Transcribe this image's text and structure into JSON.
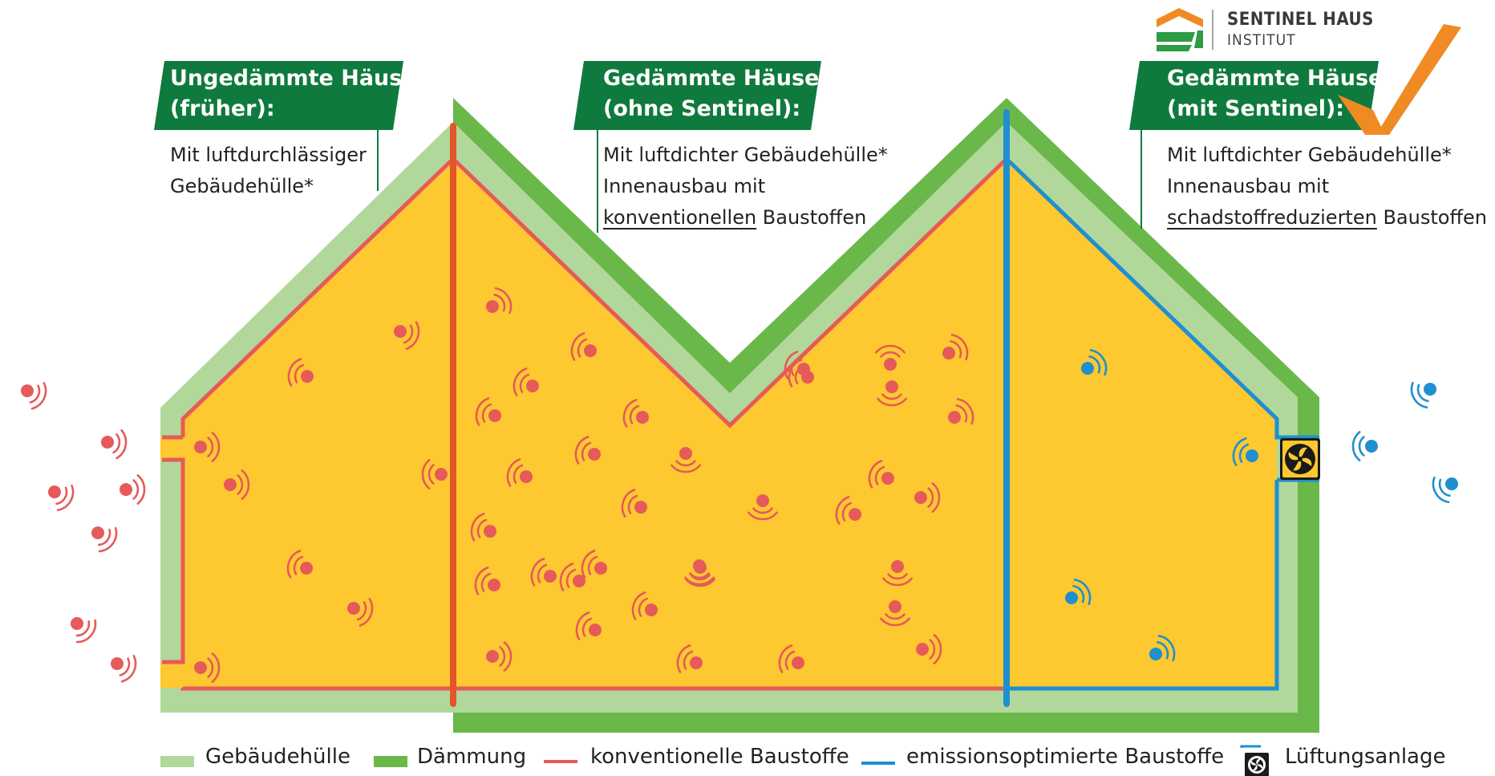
{
  "logo": {
    "line1": "SENTINEL HAUS",
    "line2": "INSTITUT"
  },
  "panels": [
    {
      "heading1": "Ungedämmte Häuser",
      "heading2": "(früher):",
      "desc": [
        "Mit luftdurchlässiger",
        "Gebäudehülle*"
      ]
    },
    {
      "heading1": "Gedämmte Häuser",
      "heading2": "(ohne Sentinel):",
      "desc": [
        "Mit luftdichter Gebäudehülle*",
        "Innenausbau mit"
      ],
      "desc3_underlined": "konventionellen",
      "desc3_rest": " Baustoffen"
    },
    {
      "heading1": "Gedämmte Häuser",
      "heading2": "(mit Sentinel):",
      "desc": [
        "Mit luftdichter Gebäudehülle*",
        "Innenausbau mit"
      ],
      "desc3_underlined": "schadstoffreduzierten",
      "desc3_rest": " Baustoffen"
    }
  ],
  "legend": [
    {
      "label": "Gebäudehülle",
      "color": "#b1d89a"
    },
    {
      "label": "Dämmung",
      "color": "#6ab84a"
    },
    {
      "label": "konventionelle Baustoffe",
      "color": "#e65a5a"
    },
    {
      "label": "emissionsoptimierte Baustoffe",
      "color": "#1f8fcf"
    },
    {
      "label": "Lüftungsanlage",
      "icon": "fan-icon"
    }
  ],
  "colors": {
    "interior": "#fdc830",
    "envelope": "#b1d89a",
    "insulation": "#6ab84a",
    "conventional": "#e65a5a",
    "optimized": "#1f8fcf",
    "flag": "#0f7a3d",
    "divider_red": "#e3562a",
    "checkmark": "#f08a24"
  }
}
